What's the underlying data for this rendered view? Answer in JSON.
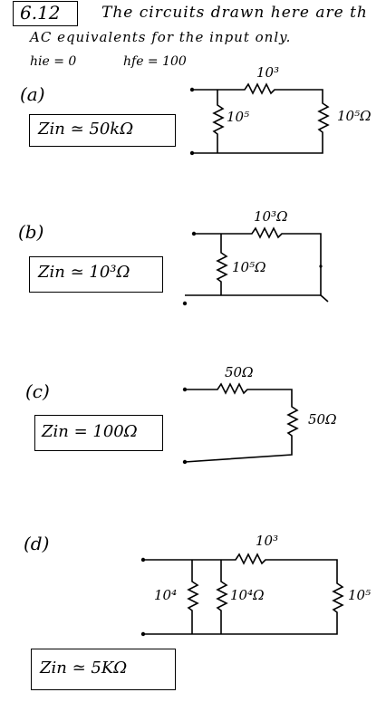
{
  "header": {
    "problem_number": "6.12",
    "line1": "The circuits drawn here are th",
    "line2": "AC equivalents for the input only.",
    "param_hie": "hie = 0",
    "param_hfe": "hfe = 100"
  },
  "parts": [
    {
      "label": "(a)",
      "zin": "Zin ≃ 50kΩ",
      "resistors": [
        "10³",
        "10⁵",
        "10⁵Ω"
      ]
    },
    {
      "label": "(b)",
      "zin": "Zin ≃ 10³Ω",
      "resistors": [
        "10³Ω",
        "10⁵Ω"
      ]
    },
    {
      "label": "(c)",
      "zin": "Zin = 100Ω",
      "resistors": [
        "50Ω",
        "50Ω"
      ]
    },
    {
      "label": "(d)",
      "zin": "Zin ≃ 5KΩ",
      "resistors": [
        "10³",
        "10⁴",
        "10⁴Ω",
        "10⁵"
      ]
    }
  ]
}
